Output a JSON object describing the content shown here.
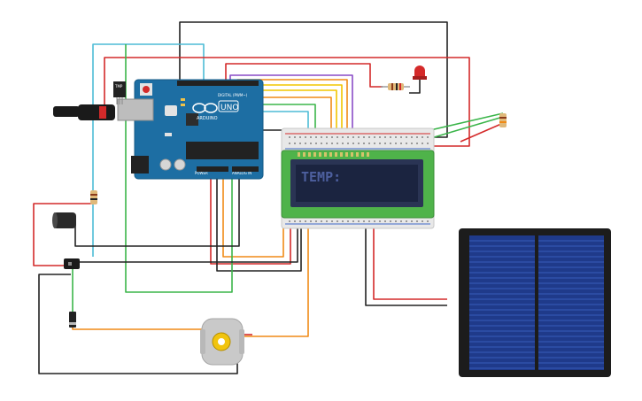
{
  "circuit": {
    "lcd": {
      "display_text": "TEMP:"
    },
    "arduino": {
      "model_label": "UNO",
      "brand_label": "ARDUINO",
      "digital_label": "DIGITAL (PWM~)",
      "power_label": "POWER",
      "analog_label": "ANALOG IN",
      "sensor_label": "TMP"
    },
    "colors": {
      "board": "#1d6ea3",
      "breadboard": "#e8e8e8",
      "lcd_pcb": "#4fb34a",
      "lcd_screen": "#1b2440",
      "solar_frame": "#1c1c1c",
      "solar_cell": "#1f3a8a",
      "wire_red": "#d42a2a",
      "wire_black": "#222222",
      "wire_green": "#3bb54a",
      "wire_cyan": "#4dbcd6",
      "wire_orange": "#f08a16",
      "wire_yellow": "#f2c500",
      "wire_purple": "#8a4cc7"
    }
  }
}
